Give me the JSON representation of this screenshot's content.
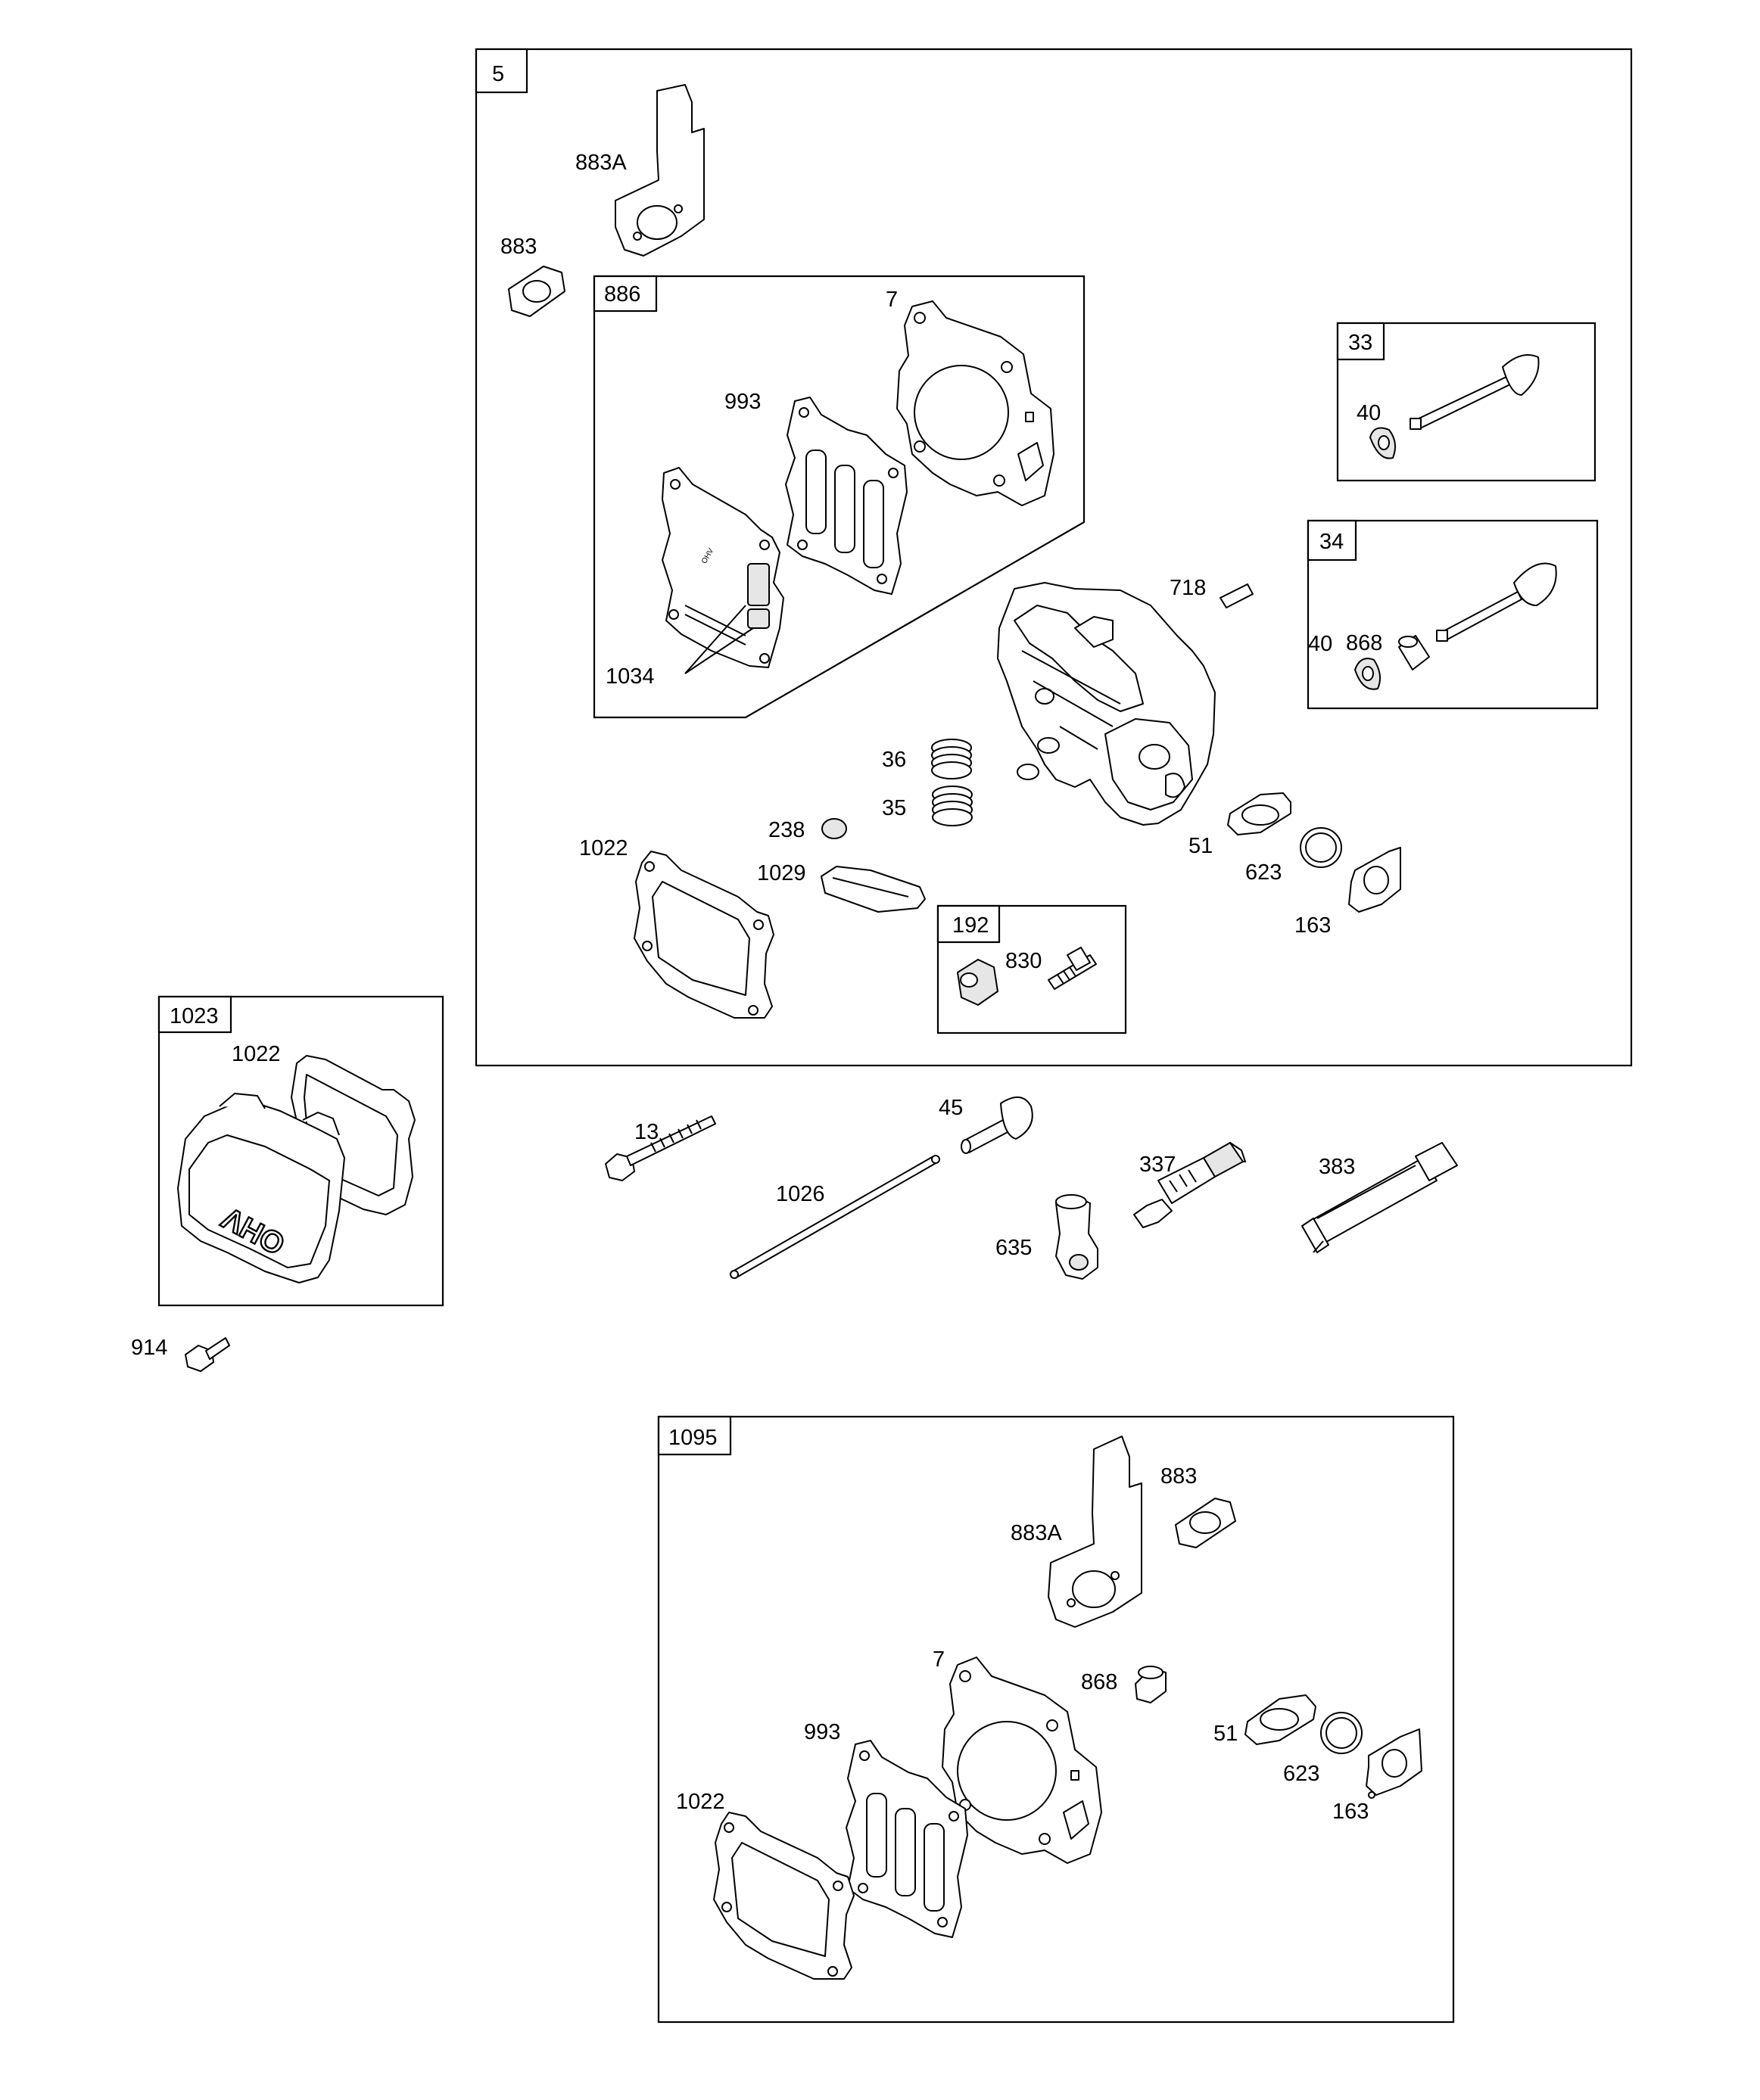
{
  "groups": {
    "g5": "5",
    "g886": "886",
    "g33": "33",
    "g34": "34",
    "g192": "192",
    "g1023": "1023",
    "g1095": "1095"
  },
  "labels": {
    "p883a_top": "883A",
    "p883_top": "883",
    "p7_top": "7",
    "p993_top": "993",
    "p1034": "1034",
    "p40_33": "40",
    "p40_34": "40",
    "p868_34": "868",
    "p718": "718",
    "p36": "36",
    "p35": "35",
    "p238": "238",
    "p1029": "1029",
    "p1022_top": "1022",
    "p51_top": "51",
    "p623_top": "623",
    "p163_top": "163",
    "p830": "830",
    "p1022_1023": "1022",
    "p914": "914",
    "p13": "13",
    "p45": "45",
    "p1026": "1026",
    "p337": "337",
    "p635": "635",
    "p383": "383",
    "p883a_bot": "883A",
    "p883_bot": "883",
    "p7_bot": "7",
    "p868_bot": "868",
    "p993_bot": "993",
    "p51_bot": "51",
    "p623_bot": "623",
    "p1022_bot": "1022",
    "p163_bot": "163"
  },
  "imprint": {
    "cover_text": "OHV"
  }
}
